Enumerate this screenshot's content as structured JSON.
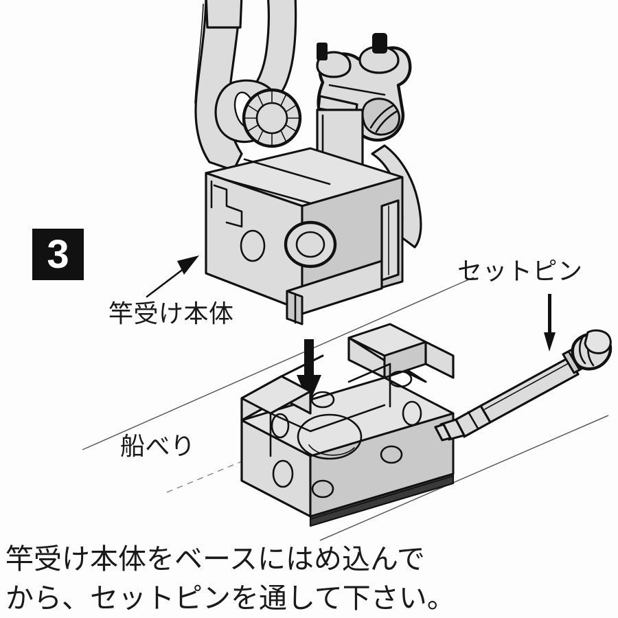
{
  "page": {
    "kind": "assembly-instruction-illustration",
    "language": "ja",
    "background_color": "#fdfdfd",
    "ink_color": "#111111",
    "metal_fill_color": "#dcdcdc",
    "rubber_color": "#3a3a3a"
  },
  "step": {
    "number": "3",
    "badge_background": "#111111",
    "badge_text_color": "#ffffff"
  },
  "callouts": {
    "rod_holder_body": "竿受け本体",
    "gunwale": "船べり",
    "set_pin": "セットピン"
  },
  "caption": {
    "line1": "竿受け本体をベースにはめ込んで",
    "line2": "から、セットピンを通して下さい。"
  },
  "icons": {
    "insert_arrow": "thick-down-arrow",
    "setpin_arrow": "thin-down-arrow",
    "pointer_arrow": "diagonal-pointer-arrow"
  },
  "parts": [
    {
      "name": "rod-holder-body",
      "label": "竿受け本体"
    },
    {
      "name": "gunwale-base",
      "label": "船べり"
    },
    {
      "name": "set-pin",
      "label": "セットピン"
    }
  ]
}
